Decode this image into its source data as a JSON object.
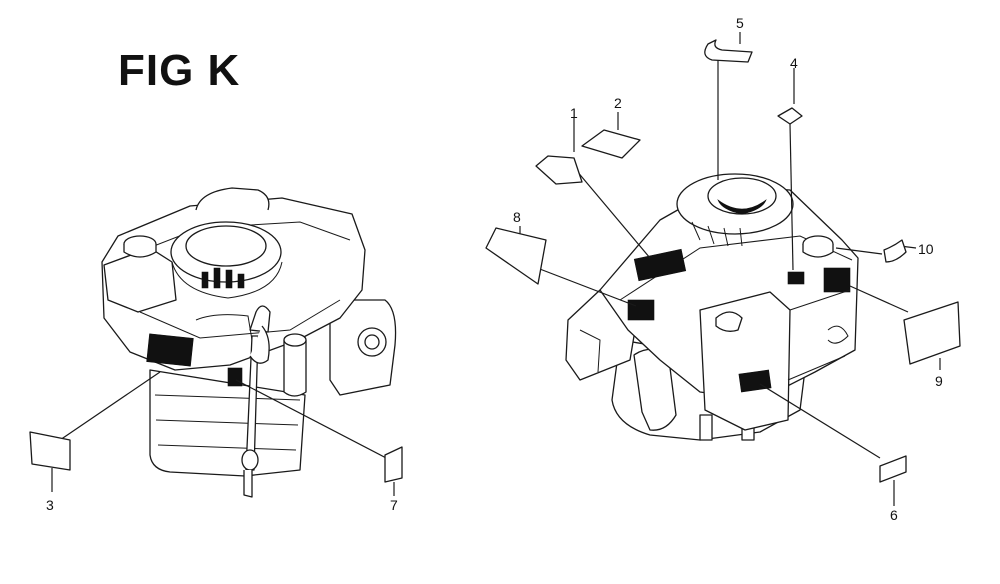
{
  "figure": {
    "title": "FIG K"
  },
  "callouts": [
    "1",
    "2",
    "3",
    "4",
    "5",
    "6",
    "7",
    "8",
    "9",
    "10"
  ]
}
